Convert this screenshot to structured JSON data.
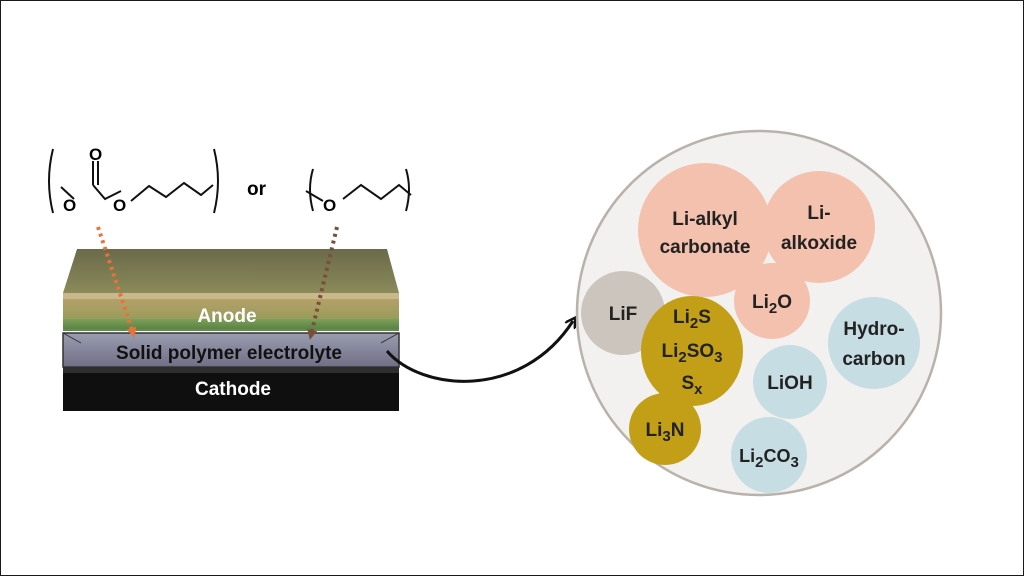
{
  "structures": {
    "atom_o": "O",
    "connector": "or"
  },
  "battery": {
    "anode_label": "Anode",
    "electrolyte_label": "Solid polymer electrolyte",
    "cathode_label": "Cathode"
  },
  "sei": {
    "li_alkyl_carbonate": {
      "line1": "Li-alkyl",
      "line2": "carbonate"
    },
    "li_alkoxide": {
      "line1": "Li-",
      "line2": "alkoxide"
    },
    "li2o": {
      "base": "Li",
      "sub": "2",
      "tail": "O"
    },
    "lif": {
      "text": "LiF"
    },
    "sulfur_group": {
      "li2s": {
        "base": "Li",
        "sub": "2",
        "tail": "S"
      },
      "li2so3": {
        "base": "Li",
        "sub": "2",
        "tail": "SO",
        "sub2": "3"
      },
      "sx": {
        "base": "S",
        "sub": "x"
      }
    },
    "hydrocarbon": {
      "line1": "Hydro-",
      "line2": "carbon"
    },
    "lioh": {
      "text": "LiOH"
    },
    "li3n": {
      "base": "Li",
      "sub": "3",
      "tail": "N"
    },
    "li2co3": {
      "base": "Li",
      "sub": "2",
      "tail": "CO",
      "sub2": "3"
    }
  },
  "colors": {
    "salmon": "#f3c1ad",
    "gold": "#c29f16",
    "gray": "#cbc5bd",
    "lightblue": "#c6dde3",
    "outer_circle": "#f2f1ef",
    "orange_arrow": "#e8733a",
    "brown_arrow": "#7a4e3a"
  }
}
